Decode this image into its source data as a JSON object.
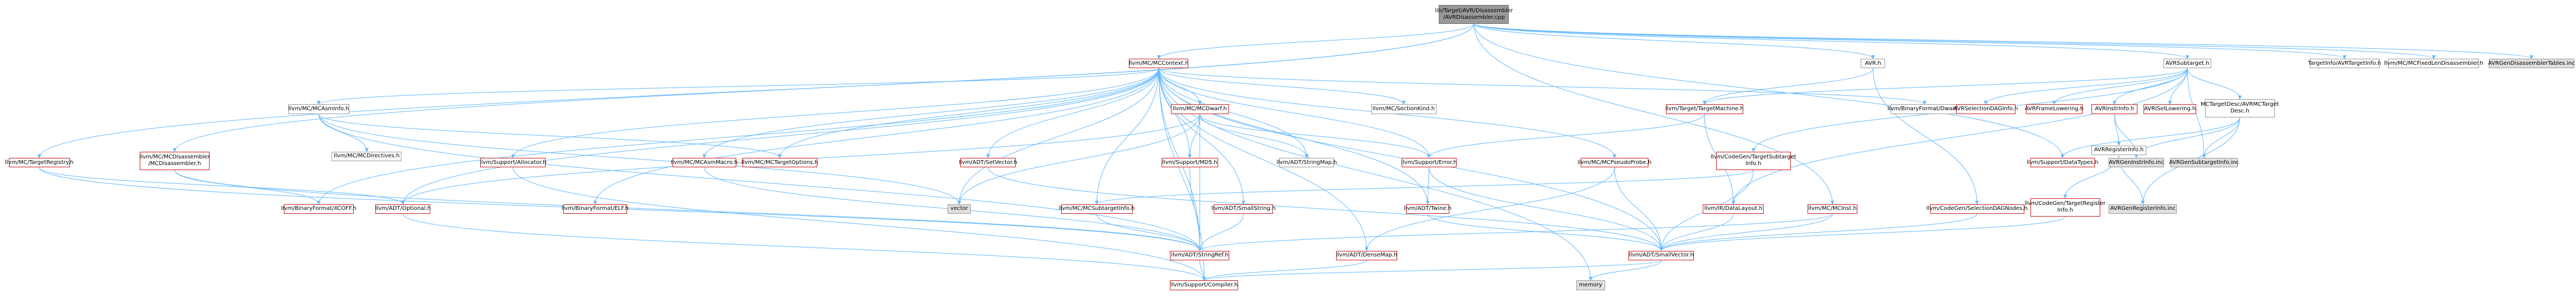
{
  "colors": {
    "edge": "#63b8ff",
    "red_border": "#cc1a1a",
    "gray_fill": "#e0e0e0",
    "root_fill": "#999999"
  },
  "nodes": {
    "root": "lib/Target/AVR/Disassembler\n/AVRDisassembler.cpp",
    "mcmccontext": "llvm/MC/MCContext.h",
    "avr_h": "AVR.h",
    "avrsubtarget": "AVRSubtarget.h",
    "targetinfo": "TargetInfo/AVRTargetInfo.h",
    "fixedlen": "llvm/MC/MCFixedLenDisassembler.h",
    "gendisasm": "AVRGenDisassemblerTables.inc",
    "targetregistry": "llvm/MC/TargetRegistry.h",
    "mcdisassembler": "llvm/MC/MCDisassembler\n/MCDisassembler.h",
    "mcasminfo": "llvm/MC/MCAsmInfo.h",
    "mcdirectives": "llvm/MC/MCDirectives.h",
    "mcdwarf": "llvm/MC/MCDwarf.h",
    "sectionkind": "llvm/MC/SectionKind.h",
    "targetmachine": "llvm/Target/TargetMachine.h",
    "binarydwarf": "llvm/BinaryFormat/Dwarf.h",
    "avrselectiondag": "AVRSelectionDAGInfo.h",
    "avrframelowering": "AVRFrameLowering.h",
    "avrinstrinfo": "AVRInstrInfo.h",
    "avrisellowering": "AVRISelLowering.h",
    "mctargetdesc": "MCTargetDesc/AVRMCTarget\nDesc.h",
    "supportallocator": "llvm/Support/Allocator.h",
    "mcasmmacro": "llvm/MC/MCAsmMacro.h",
    "mctargetoptions": "llvm/MC/MCTargetOptions.h",
    "setvector": "llvm/ADT/SetVector.h",
    "supportmd5": "llvm/Support/MD5.h",
    "stringmap": "llvm/ADT/StringMap.h",
    "supporterror": "llvm/Support/Error.h",
    "mcpseudoprobe": "llvm/MC/MCPseudoProbe.h",
    "cgtargetsubtarget": "llvm/CodeGen/TargetSubtarget\nInfo.h",
    "supportdatatypes": "llvm/Support/DataTypes.h",
    "avrgeninstrinfo": "AVRGenInstrInfo.inc",
    "avrgensubtarget": "AVRGenSubtargetInfo.inc",
    "avrregisterinfo": "AVRRegisterInfo.h",
    "binaryxcoff": "llvm/BinaryFormat/XCOFF.h",
    "adtoptional": "llvm/ADT/Optional.h",
    "binaryelf": "llvm/BinaryFormat/ELF.h",
    "vector": "vector",
    "mcsubtargetinfo": "llvm/MC/MCSubtargetInfo.h",
    "smallstring": "llvm/ADT/SmallString.h",
    "adttwine": "llvm/ADT/Twine.h",
    "irdatalayout": "llvm/IR/DataLayout.h",
    "mcinst": "llvm/MC/MCInst.h",
    "cgselectiondagnodes": "llvm/CodeGen/SelectionDAGNodes.h",
    "cgtargetregister": "llvm/CodeGen/TargetRegister\nInfo.h",
    "avrgenregisterinfo": "AVRGenRegisterInfo.inc",
    "stringref": "llvm/ADT/StringRef.h",
    "densemap": "llvm/ADT/DenseMap.h",
    "smallvector": "llvm/ADT/SmallVector.h",
    "memory": "memory",
    "supportcompiler": "llvm/Support/Compiler.h"
  }
}
